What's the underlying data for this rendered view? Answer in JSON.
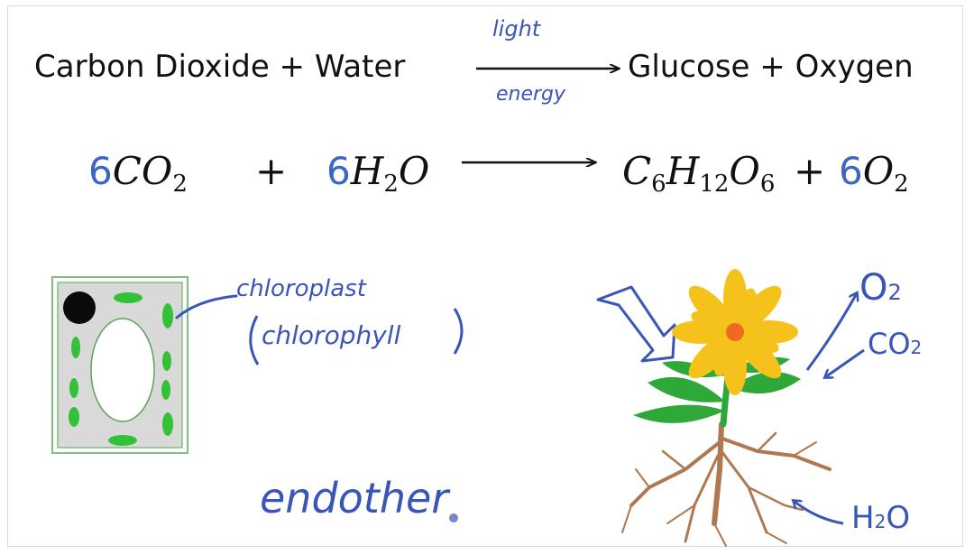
{
  "word_equation": {
    "reactants": "Carbon Dioxide + Water",
    "products": "Glucose + Oxygen",
    "arrow_top": "light",
    "arrow_bottom": "energy"
  },
  "chem_equation": {
    "co2_coef": "6",
    "co2": "CO",
    "co2_sub": "2",
    "plus1": "+",
    "h2o_coef": "6",
    "h2o_h": "H",
    "h2o_sub": "2",
    "h2o_o": "O",
    "glu_c": "C",
    "glu_c_sub": "6",
    "glu_h": "H",
    "glu_h_sub": "12",
    "glu_o": "O",
    "glu_o_sub": "6",
    "plus2": "+",
    "o2_coef": "6",
    "o2": "O",
    "o2_sub": "2"
  },
  "annotations": {
    "chloroplast": "chloroplast",
    "chlorophyll": "chlorophyll",
    "endothermic": "endother",
    "o2_label": "O",
    "o2_sub": "2",
    "co2_label": "CO",
    "co2_sub": "2",
    "h2o_label": "H",
    "h2o_sub": "2",
    "h2o_o": "O"
  },
  "colors": {
    "handwriting": "#3a55b8",
    "chloroplast_green": "#33c13a",
    "cell_fill": "#d9d9d9",
    "petal": "#f5c21b",
    "flower_center": "#f06a1e",
    "leaf": "#2fa83a",
    "root": "#b07850"
  }
}
